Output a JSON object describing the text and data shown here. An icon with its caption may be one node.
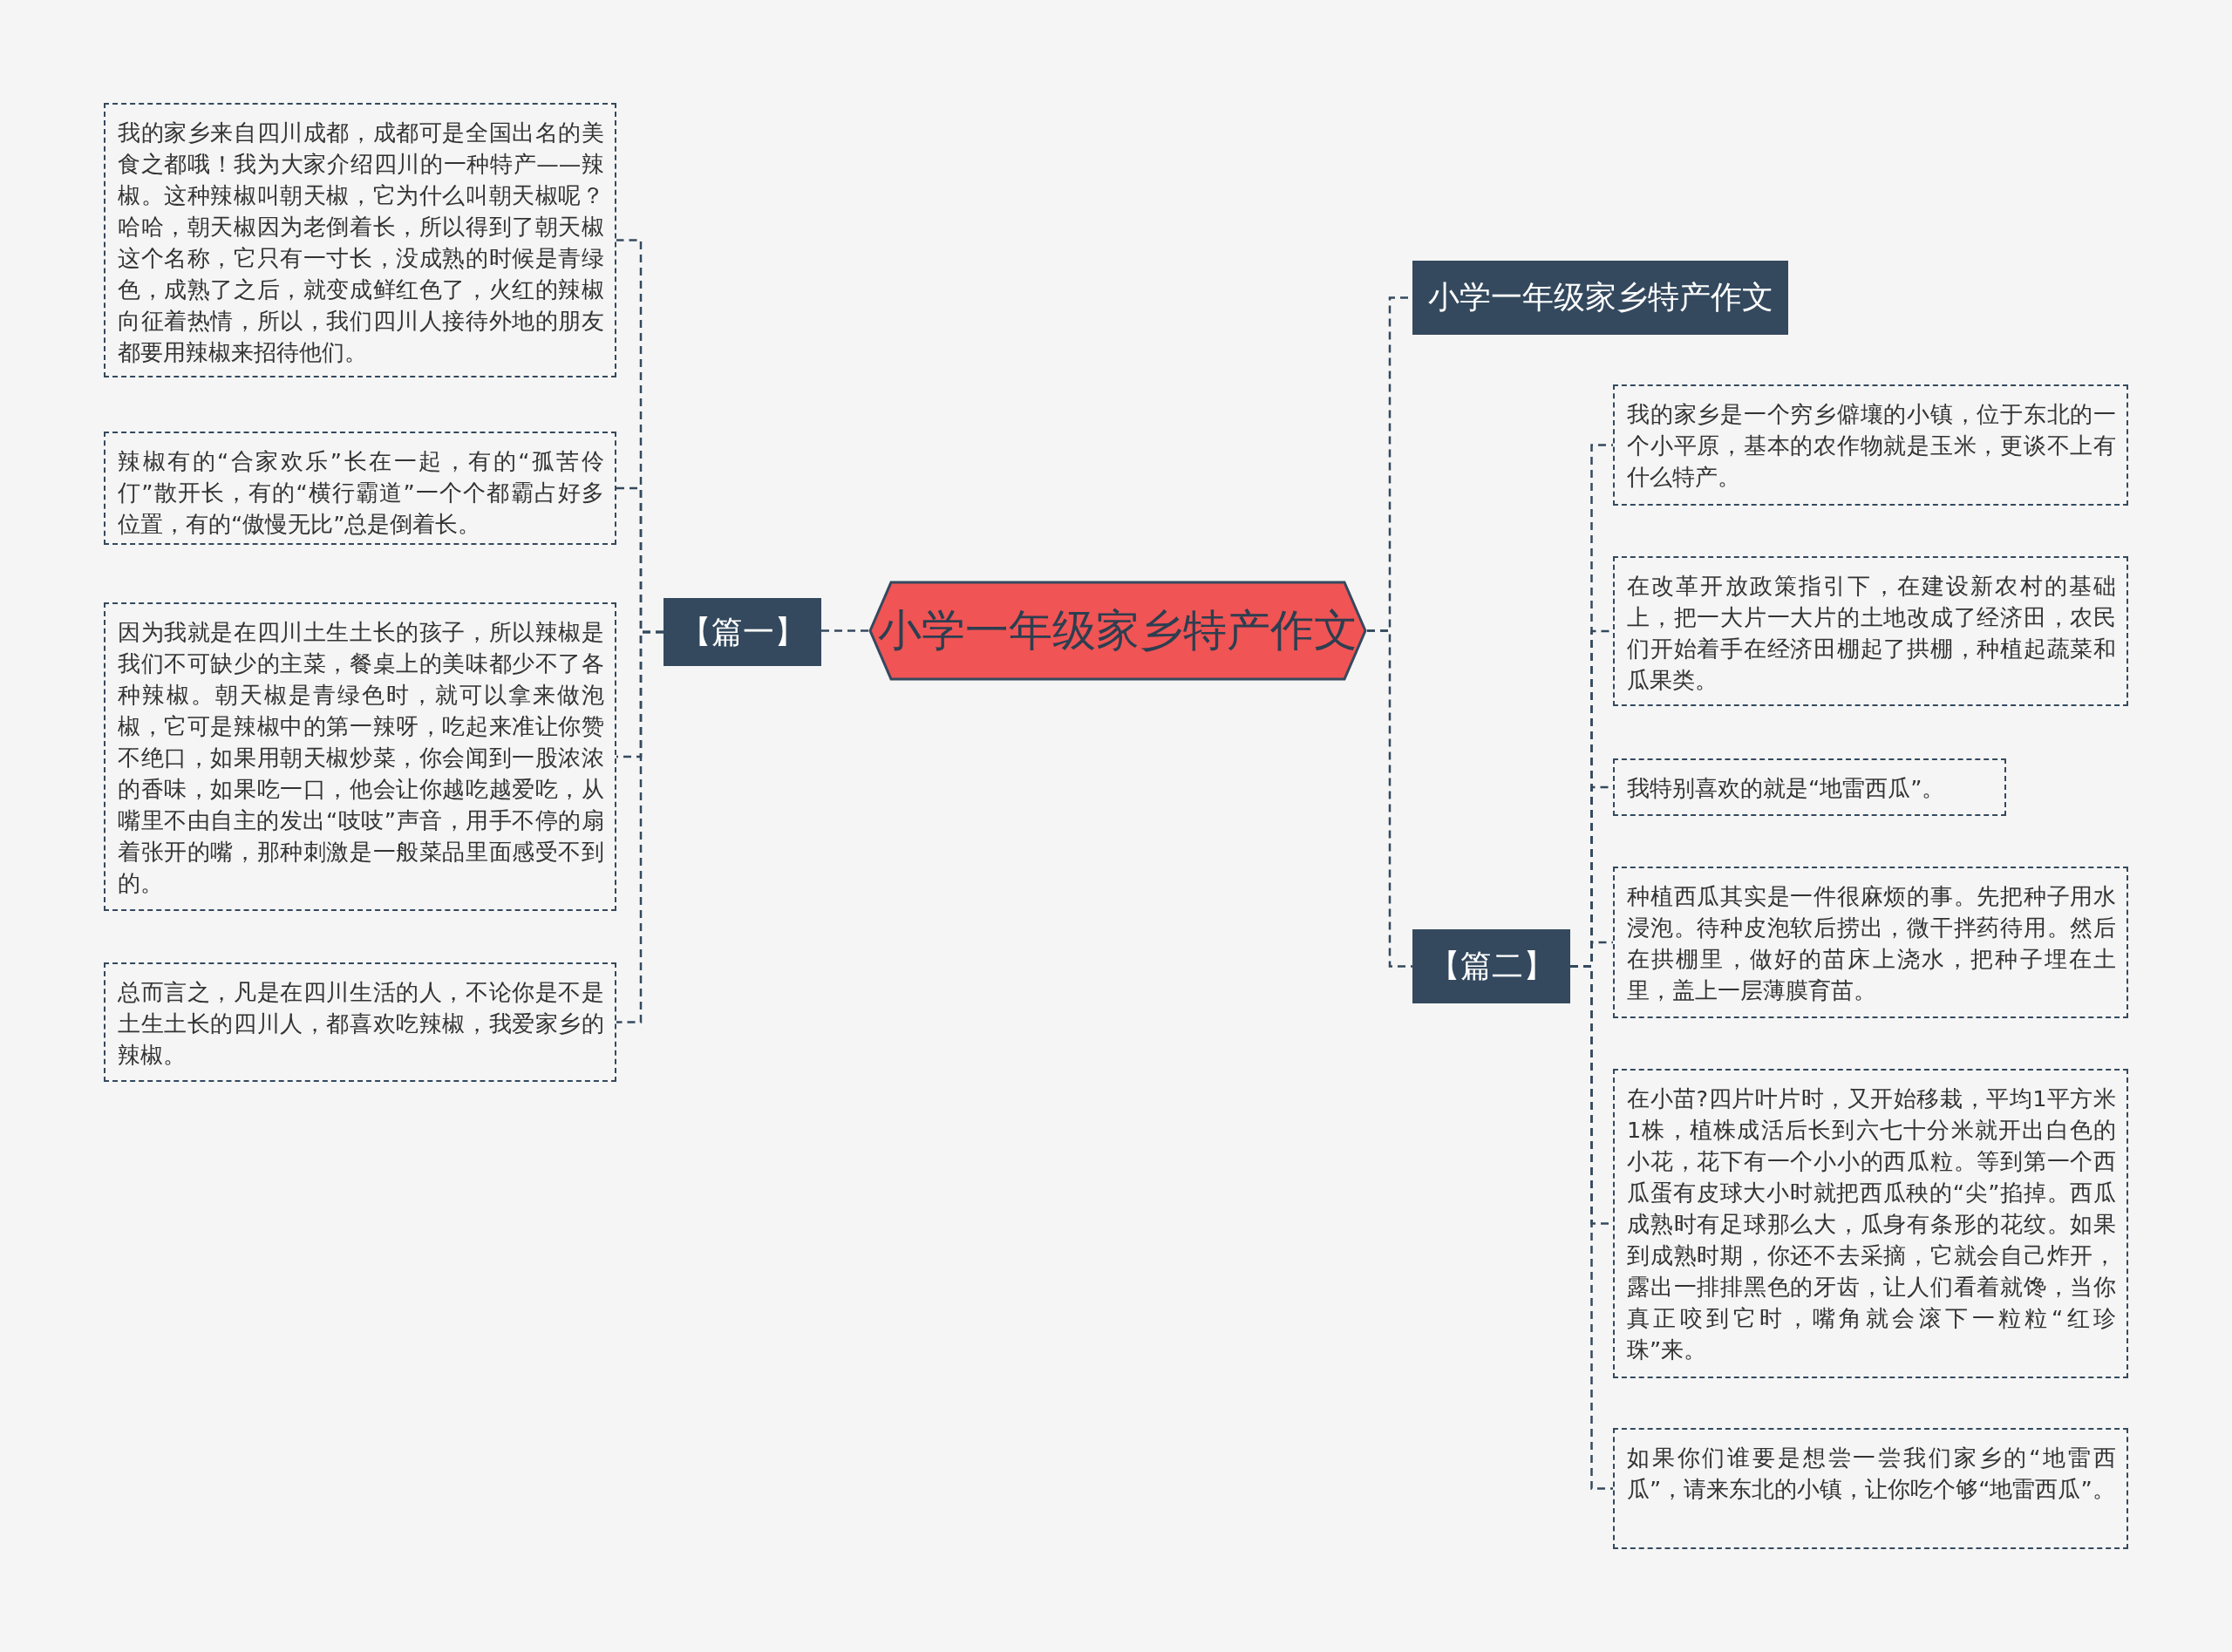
{
  "diagram": {
    "nodes": [
      {
        "text": [
          "小学一年级家乡特产作文"
        ]
      },
      {
        "text": [
          "【篇一】"
        ]
      },
      {
        "text": [
          "我的家乡来自四川成都，成都可是全国出名的美食之都哦！我为大家介绍四川的一种特产——辣椒。这种辣椒叫朝天椒，它为什么叫朝天椒呢？哈哈，朝天椒因为老倒着长，所以得到了朝天椒这个名称，它只有一寸长，没成熟的时候是青绿色，成熟了之后，就变成鲜红色了，火红的辣椒向征着热情，所以，我们四川人接待外地的朋友都要用辣椒来招待他们。"
        ]
      },
      {
        "text": [
          "辣椒有的“合家欢乐”长在一起，有的“孤苦伶仃”散开长，有的“横行霸道”一个个都霸占好多位置，有的“傲慢无比”总是倒着长。"
        ]
      },
      {
        "text": [
          "因为我就是在四川土生土长的孩子，所以辣椒是我们不可缺少的主菜，餐桌上的美味都少不了各种辣椒。朝天椒是青绿色时，就可以拿来做泡椒，它可是辣椒中的第一辣呀，吃起来准让你赞不绝口，如果用朝天椒炒菜，你会闻到一股浓浓的香味，如果吃一口，他会让你越吃越爱吃，从嘴里不由自主的发出“吱吱”声音，用手不停的扇着张开的嘴，那种刺激是一般菜品里面感受不到的。"
        ]
      },
      {
        "text": [
          "总而言之，凡是在四川生活的人，不论你是不是土生土长的四川人，都喜欢吃辣椒，我爱家乡的辣椒。"
        ]
      },
      {
        "text": [
          "小学一年级家乡特产作文"
        ]
      },
      {
        "text": [
          "【篇二】"
        ]
      },
      {
        "text": [
          "我的家乡是一个穷乡僻壤的小镇，位于东北的一个小平原，基本的农作物就是玉米，更谈不上有什么特产。"
        ]
      },
      {
        "text": [
          "在改革开放政策指引下，在建设新农村的基础上，把一大片一大片的土地改成了经济田，农民们开始着手在经济田棚起了拱棚，种植起蔬菜和瓜果类。"
        ]
      },
      {
        "text": [
          "我特别喜欢的就是“地雷西瓜”。"
        ]
      },
      {
        "text": [
          "种植西瓜其实是一件很麻烦的事。先把种子用水浸泡。待种皮泡软后捞出，微干拌药待用。然后在拱棚里，做好的苗床上浇水，把种子埋在土里，盖上一层薄膜育苗。"
        ]
      },
      {
        "text": [
          "在小苗?四片叶片时，又开始移栽，平均1平方米1株，植株成活后长到六七十分米就开出白色的小花，花下有一个小小的西瓜粒。等到第一个西瓜蛋有皮球大小时就把西瓜秧的“尖”掐掉。西瓜成熟时有足球那么大，瓜身有条形的花纹。如果到成熟时期，你还不去采摘，它就会自己炸开，露出一排排黑色的牙齿，让人们看着就馋，当你真正咬到它时，嘴角就会滚下一粒粒“红珍珠”来。"
        ]
      },
      {
        "text": [
          "如果你们谁要是想尝一尝我们家乡的“地雷西瓜”，请来东北的小镇，让你吃个够“地雷西瓜”。"
        ]
      }
    ],
    "edges": [
      {
        "from": 0,
        "to": 1,
        "arrow": "none",
        "style": "dashed"
      },
      {
        "from": 1,
        "to": 2,
        "arrow": "none",
        "style": "dashed"
      },
      {
        "from": 1,
        "to": 3,
        "arrow": "none",
        "style": "dashed"
      },
      {
        "from": 1,
        "to": 4,
        "arrow": "none",
        "style": "dashed"
      },
      {
        "from": 1,
        "to": 5,
        "arrow": "none",
        "style": "dashed"
      },
      {
        "from": 0,
        "to": 6,
        "arrow": "none",
        "style": "dashed"
      },
      {
        "from": 0,
        "to": 7,
        "arrow": "none",
        "style": "dashed"
      },
      {
        "from": 7,
        "to": 8,
        "arrow": "none",
        "style": "dashed"
      },
      {
        "from": 7,
        "to": 9,
        "arrow": "none",
        "style": "dashed"
      },
      {
        "from": 7,
        "to": 10,
        "arrow": "none",
        "style": "dashed"
      },
      {
        "from": 7,
        "to": 11,
        "arrow": "none",
        "style": "dashed"
      },
      {
        "from": 7,
        "to": 12,
        "arrow": "none",
        "style": "dashed"
      },
      {
        "from": 7,
        "to": 13,
        "arrow": "none",
        "style": "dashed"
      }
    ]
  }
}
